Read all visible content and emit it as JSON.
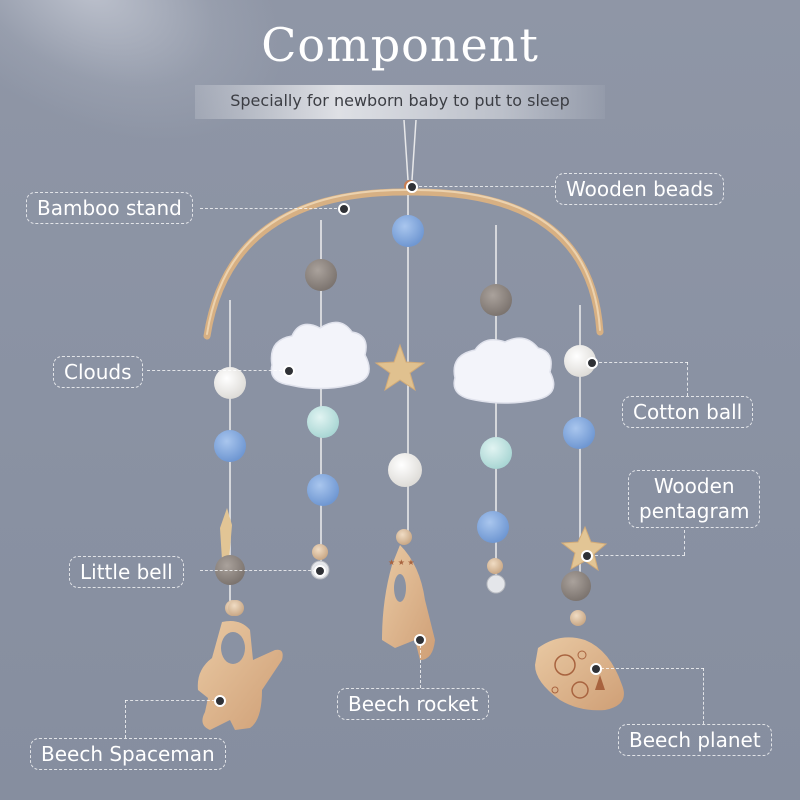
{
  "header": {
    "title": "Component",
    "subtitle": "Specially for newborn baby to put to sleep"
  },
  "labels": {
    "bamboo_stand": "Bamboo stand",
    "wooden_beads": "Wooden beads",
    "clouds": "Clouds",
    "cotton_ball": "Cotton ball",
    "wooden_pentagram_line1": "Wooden",
    "wooden_pentagram_line2": "pentagram",
    "little_bell": "Little bell",
    "beech_rocket": "Beech rocket",
    "beech_spaceman": "Beech Spaceman",
    "beech_planet": "Beech planet"
  },
  "colors": {
    "background": "#8a92a3",
    "wood": "#dcb68a",
    "pompom_blue": "#7fa6dc",
    "pompom_mint": "#bfe2e0",
    "pompom_grey": "#8d8580",
    "pompom_white": "#f1efec",
    "felt_white": "#f4f5fa"
  }
}
